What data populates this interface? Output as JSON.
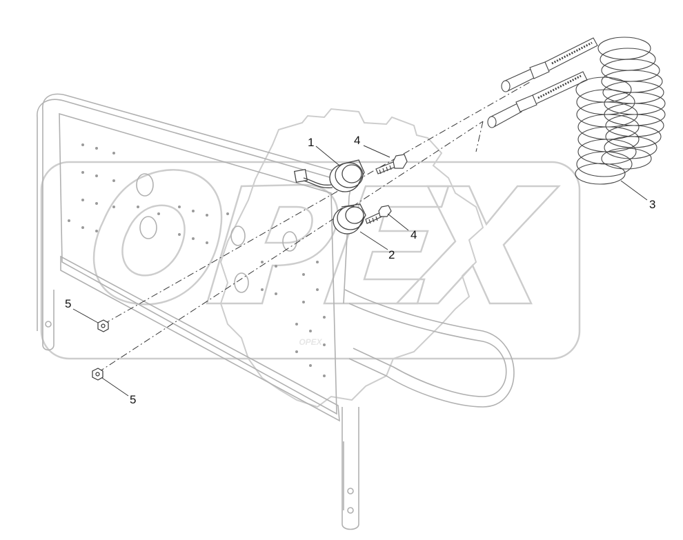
{
  "watermark": {
    "text": "OPEX",
    "color": "#c8c8c8"
  },
  "callouts": {
    "connector_upper": "1",
    "connector_lower": "2",
    "coiled_cable": "3",
    "screw_upper": "4",
    "screw_lower": "4",
    "nut_upper": "5",
    "nut_lower": "5"
  },
  "colors": {
    "line": "#333333",
    "frame": "#b0b0b0",
    "part": "#444444"
  }
}
